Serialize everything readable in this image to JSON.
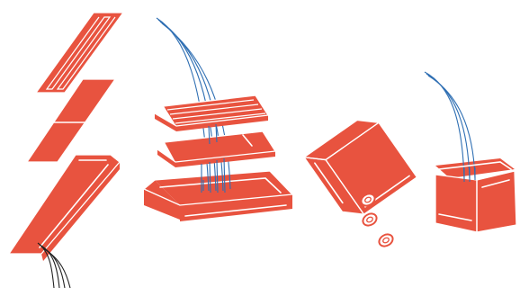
{
  "colors": {
    "accent": "#e8533f",
    "edge": "#ffffff",
    "wire": "#2f6fb3",
    "lead": "#222222"
  },
  "figures": [
    {
      "name": "exploded-flex-sensor-stack",
      "icon": "layered-strip-sensor-icon"
    },
    {
      "name": "layered-pad-with-wires",
      "icon": "stacked-pad-icon"
    },
    {
      "name": "tilted-box-spilling-coins",
      "icon": "box-with-coins-icon"
    },
    {
      "name": "open-box-with-wires",
      "icon": "open-box-icon"
    }
  ]
}
